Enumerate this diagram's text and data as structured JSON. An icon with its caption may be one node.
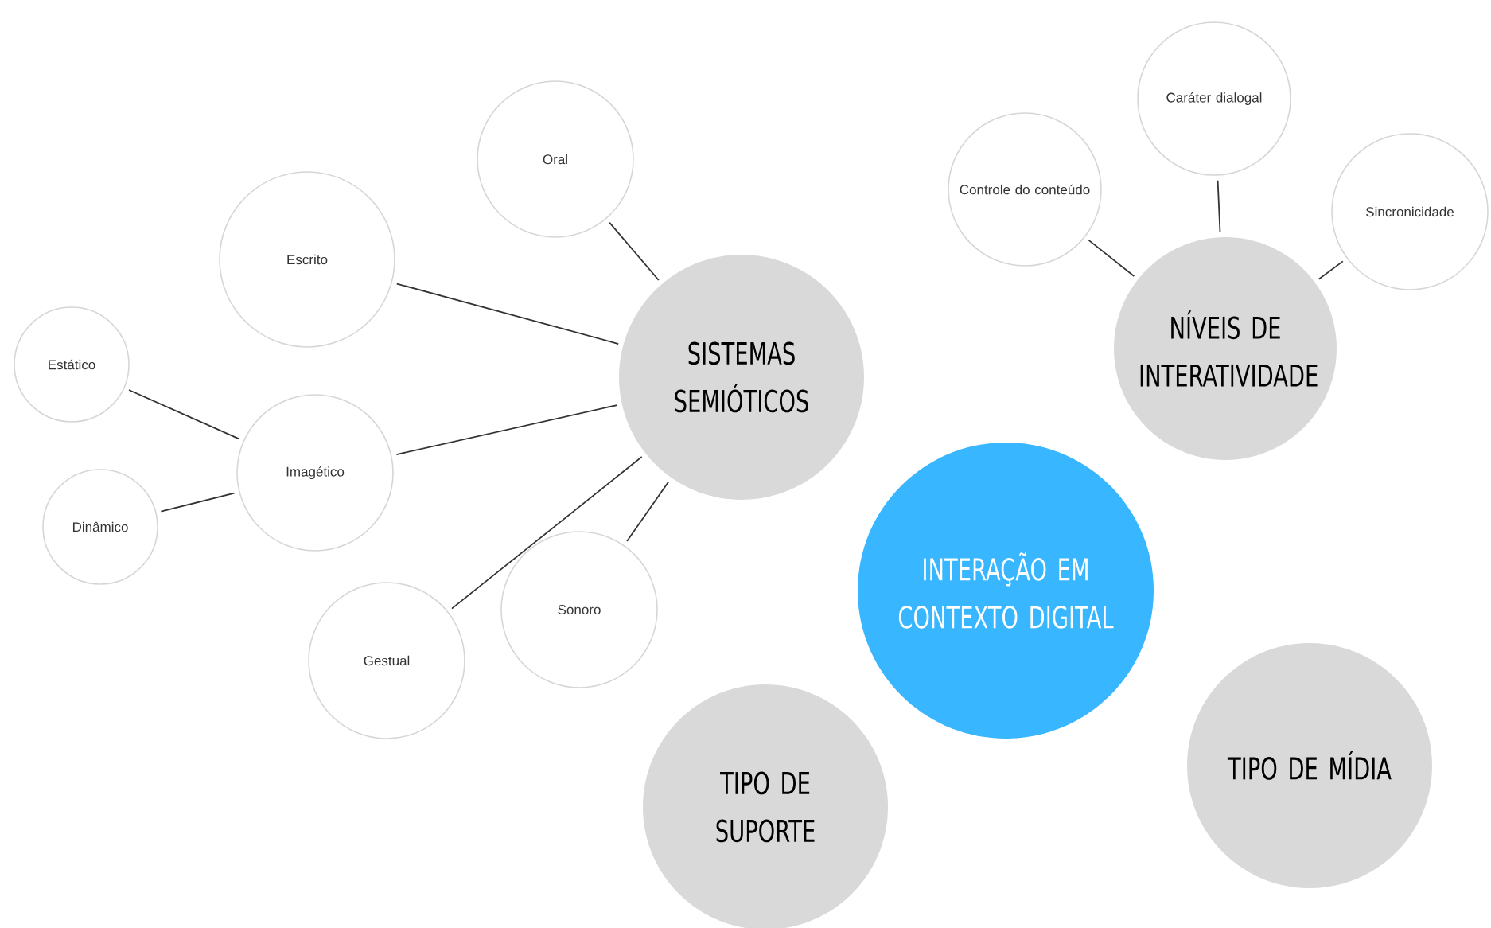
{
  "diagram": {
    "nodes": [
      {
        "text": [
          "INTERAÇÃO EM CONTEXTO DIGITAL"
        ]
      },
      {
        "text": [
          "SISTEMAS SEMIÓTICOS"
        ]
      },
      {
        "text": [
          "Oral"
        ]
      },
      {
        "text": [
          "Escrito"
        ]
      },
      {
        "text": [
          "Imagético"
        ]
      },
      {
        "text": [
          "Estático"
        ]
      },
      {
        "text": [
          "Dinâmico"
        ]
      },
      {
        "text": [
          "Gestual"
        ]
      },
      {
        "text": [
          "Sonoro"
        ]
      },
      {
        "text": [
          "NÍVEIS DE INTERATIVIDADE"
        ]
      },
      {
        "text": [
          "Controle do conteúdo"
        ]
      },
      {
        "text": [
          "Caráter dialogal"
        ]
      },
      {
        "text": [
          "Sincronicidade"
        ]
      },
      {
        "text": [
          "TIPO DE SUPORTE"
        ]
      },
      {
        "text": [
          "TIPO DE MÍDIA"
        ]
      }
    ],
    "edges": [
      {
        "from": 1,
        "to": 2,
        "arrow": "none"
      },
      {
        "from": 1,
        "to": 3,
        "arrow": "none"
      },
      {
        "from": 1,
        "to": 4,
        "arrow": "none"
      },
      {
        "from": 1,
        "to": 7,
        "arrow": "none"
      },
      {
        "from": 1,
        "to": 8,
        "arrow": "none"
      },
      {
        "from": 4,
        "to": 5,
        "arrow": "none"
      },
      {
        "from": 4,
        "to": 6,
        "arrow": "none"
      },
      {
        "from": 9,
        "to": 10,
        "arrow": "none"
      },
      {
        "from": 9,
        "to": 11,
        "arrow": "none"
      },
      {
        "from": 9,
        "to": 12,
        "arrow": "none"
      }
    ]
  }
}
